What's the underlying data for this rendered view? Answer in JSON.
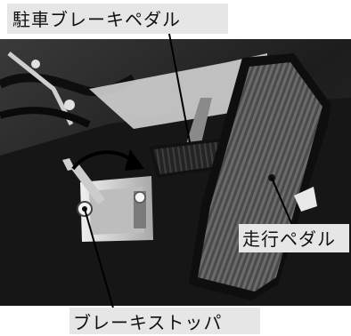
{
  "labels": {
    "parking_brake_pedal": "駐車ブレーキペダル",
    "travel_pedal": "走行ペダル",
    "brake_stopper": "ブレーキストッパ"
  },
  "colors": {
    "label_bg": "#e6e6e6",
    "photo_dark": "#1c1c1c",
    "metal": "#d9d9d9",
    "rubber": "#2a2a2a"
  }
}
